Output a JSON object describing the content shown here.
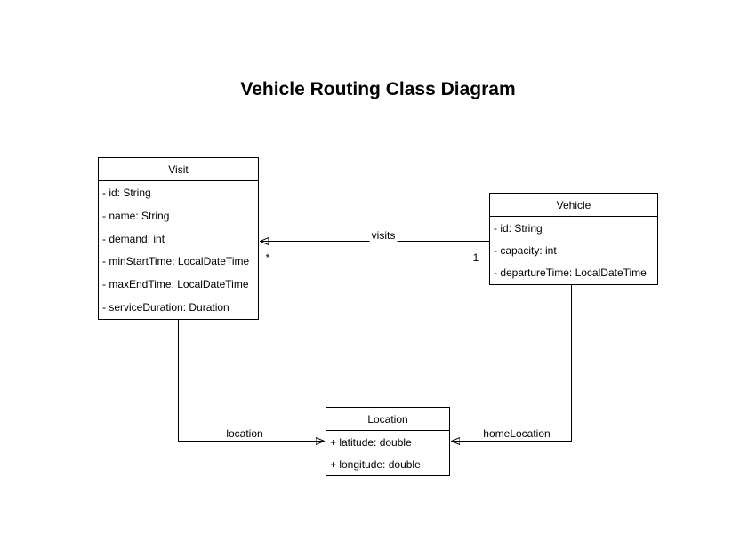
{
  "page": {
    "title": "Vehicle Routing Class Diagram"
  },
  "colors": {
    "stroke": "#000000",
    "shape_fill": "#ffffff",
    "text": "#000000"
  },
  "classes": {
    "visit": {
      "title": "Visit",
      "attributes": [
        "- id: String",
        "- name: String",
        "- demand: int",
        "- minStartTime: LocalDateTime",
        "- maxEndTime: LocalDateTime",
        "- serviceDuration: Duration"
      ]
    },
    "vehicle": {
      "title": "Vehicle",
      "attributes": [
        "- id: String",
        "- capacity: int",
        "- departureTime: LocalDateTime"
      ]
    },
    "location": {
      "title": "Location",
      "attributes": [
        "+ latitude: double",
        "+ longitude: double"
      ]
    }
  },
  "edges": {
    "visits": {
      "label": "visits",
      "from": "Vehicle",
      "to": "Visit",
      "multiplicity_near_visit": "*",
      "multiplicity_near_vehicle": "1"
    },
    "location": {
      "label": "location",
      "from": "Visit",
      "to": "Location"
    },
    "homeLocation": {
      "label": "homeLocation",
      "from": "Vehicle",
      "to": "Location"
    }
  }
}
